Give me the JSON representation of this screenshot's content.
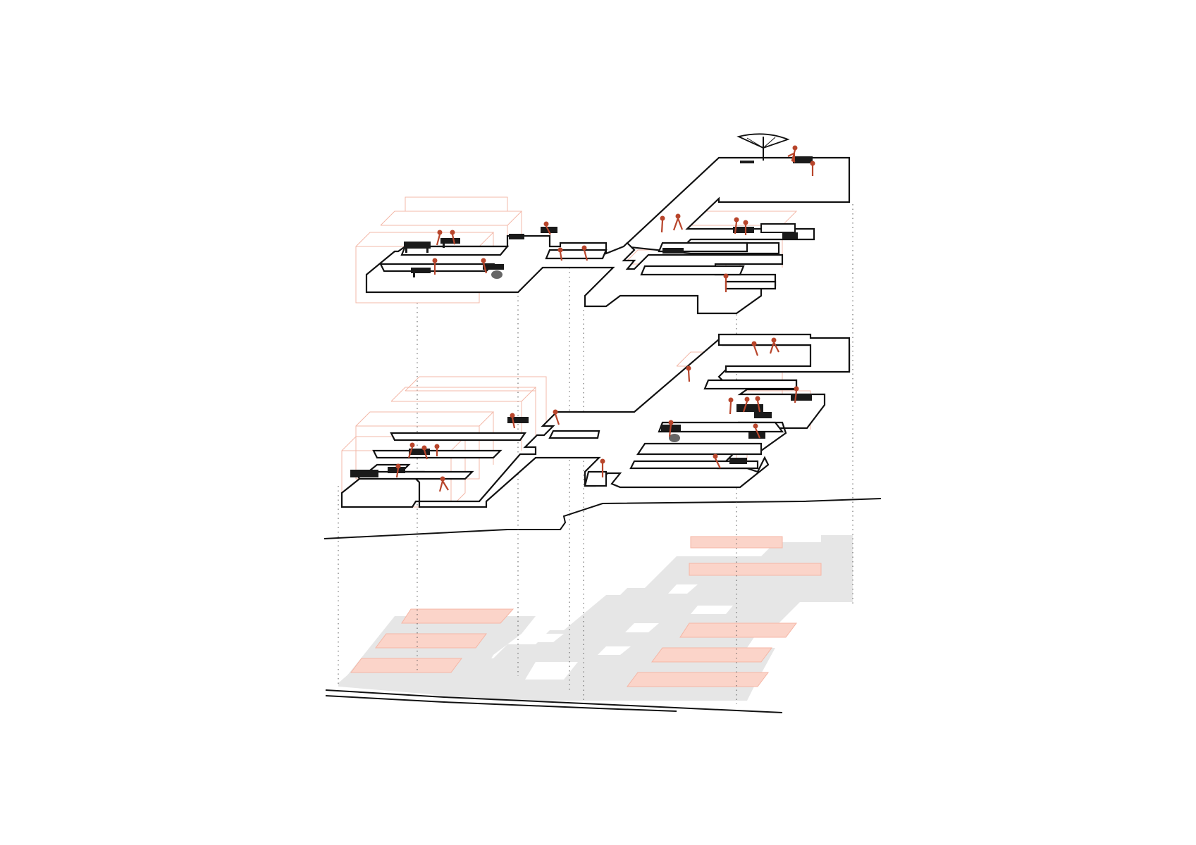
{
  "diagram": {
    "kind": "exploded axonometric",
    "levels": [
      "upper-terrace-level",
      "lower-terrace-level",
      "ground-footprint"
    ],
    "colors": {
      "outline": "#111111",
      "human_figure": "#b8452b",
      "ghost_volume": "#f3b8a8",
      "footprint_shadow": "#e6e6e6",
      "planted_plot": "#fbd4c9"
    },
    "icons": [
      "human-figure-icon",
      "bench-icon",
      "table-chairs-icon",
      "parasol-icon",
      "sofa-icon"
    ]
  }
}
